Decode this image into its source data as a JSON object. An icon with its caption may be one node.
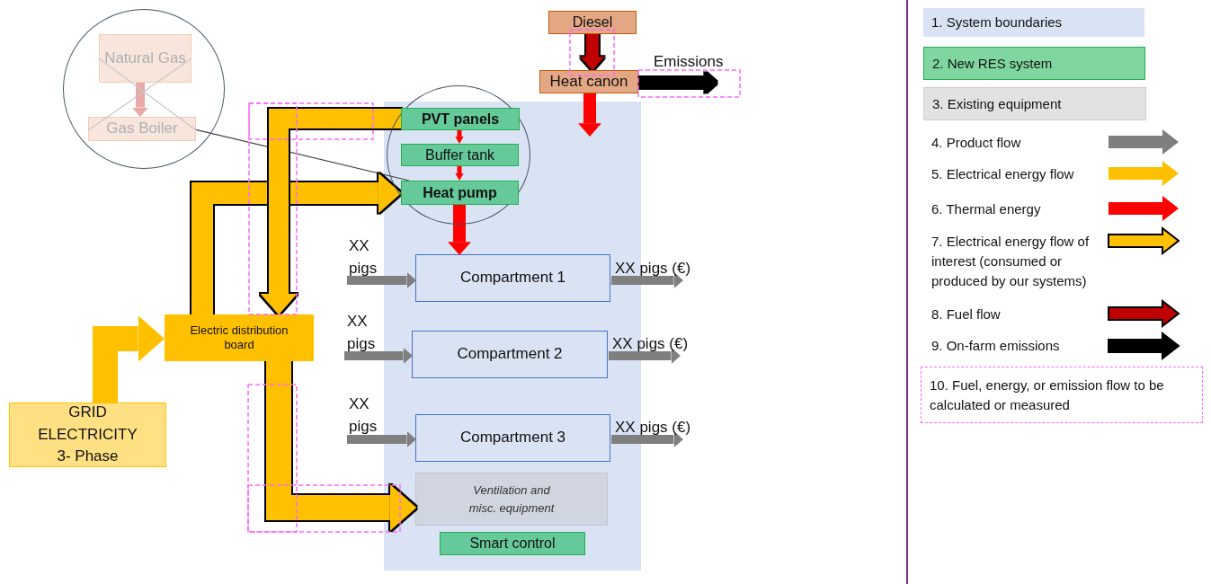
{
  "diagram": {
    "nodes": [
      {
        "text": [],
        "shape": "box"
      },
      {
        "text": [
          "Diesel"
        ]
      },
      {
        "text": [
          "Heat canon"
        ]
      },
      {
        "text": [],
        "shape": "circle"
      },
      {
        "text": [
          "Natural Gas"
        ],
        "in": 3
      },
      {
        "text": [
          "Gas Boiler"
        ],
        "in": 3
      },
      {
        "text": [],
        "shape": "circle"
      },
      {
        "text": [
          "PVT panels"
        ],
        "in": 6
      },
      {
        "text": [
          "Buffer tank"
        ],
        "in": 6
      },
      {
        "text": [
          "Heat pump"
        ],
        "in": 6
      },
      {
        "text": [
          "Electric distribution board"
        ]
      },
      {
        "text": [
          "GRID ELECTRICITY 3- Phase"
        ]
      },
      {
        "text": [
          "Compartment 1"
        ],
        "in": 0
      },
      {
        "text": [
          "Compartment 2"
        ],
        "in": 0
      },
      {
        "text": [
          "Compartment 3"
        ],
        "in": 0
      },
      {
        "text": [
          "Ventilation and misc. equipment"
        ],
        "in": 0
      },
      {
        "text": [
          "Smart control"
        ],
        "in": 0
      }
    ],
    "edges": [
      {
        "from": 1,
        "to": 2,
        "arrow": "to",
        "color": "#c00000"
      },
      {
        "from": 2,
        "to": null,
        "arrow": "to",
        "label": "Emissions",
        "color": "#000000"
      },
      {
        "from": 2,
        "to": 0,
        "arrow": "to",
        "color": "#ff0000"
      },
      {
        "from": 4,
        "to": 5,
        "arrow": "to",
        "color": "#eaa8a8"
      },
      {
        "from": 7,
        "to": 8,
        "arrow": "to",
        "color": "#ff0000"
      },
      {
        "from": 8,
        "to": 9,
        "arrow": "to",
        "color": "#ff0000"
      },
      {
        "from": 9,
        "to": 12,
        "arrow": "to",
        "color": "#ff0000"
      },
      {
        "from": 9,
        "to": 5,
        "arrow": "to",
        "color": "#404040"
      },
      {
        "from": 11,
        "to": 10,
        "arrow": "to",
        "style": "thick",
        "color": "#ffc000"
      },
      {
        "from": 10,
        "to": 9,
        "arrow": "to",
        "style": "thick",
        "color": "#ffc000"
      },
      {
        "from": 7,
        "to": 10,
        "arrow": "to",
        "style": "thick",
        "color": "#ffc000"
      },
      {
        "from": 10,
        "to": 15,
        "arrow": "to",
        "style": "thick",
        "color": "#ffc000"
      },
      {
        "from": null,
        "to": 12,
        "arrow": "to",
        "label": "XX pigs",
        "color": "#7f7f7f"
      },
      {
        "from": 12,
        "to": null,
        "arrow": "to",
        "label": "XX pigs (€)",
        "color": "#7f7f7f"
      },
      {
        "from": null,
        "to": 13,
        "arrow": "to",
        "label": "XX pigs",
        "color": "#7f7f7f"
      },
      {
        "from": 13,
        "to": null,
        "arrow": "to",
        "label": "XX pigs (€)",
        "color": "#7f7f7f"
      },
      {
        "from": null,
        "to": 14,
        "arrow": "to",
        "label": "XX pigs",
        "color": "#7f7f7f"
      },
      {
        "from": 14,
        "to": null,
        "arrow": "to",
        "label": "XX pigs (€)",
        "color": "#7f7f7f"
      }
    ],
    "legend": [
      {
        "text": "1. System boundaries",
        "color": "#dae3f3"
      },
      {
        "text": "2. New RES system",
        "color": "#7fd6a0"
      },
      {
        "text": "3. Existing equipment",
        "color": "#e2e2e2"
      },
      {
        "text": "4. Product flow"
      },
      {
        "text": "5. Electrical energy flow"
      },
      {
        "text": "6. Thermal energy"
      },
      {
        "text": "7. Electrical energy flow of interest (consumed or produced by our systems)"
      },
      {
        "text": "8. Fuel flow"
      },
      {
        "text": "9. On-farm emissions"
      },
      {
        "text": "10. Fuel, energy, or emission flow to be calculated or measured"
      }
    ]
  }
}
